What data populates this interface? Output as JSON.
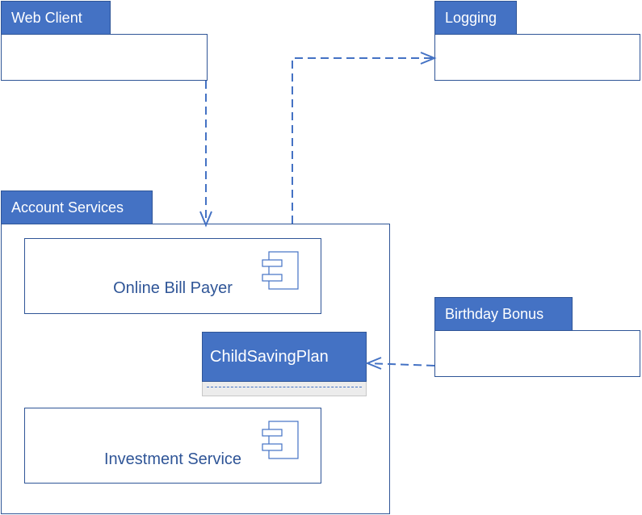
{
  "packages": {
    "web_client": "Web Client",
    "logging": "Logging",
    "account_services": "Account Services",
    "birthday_bonus": "Birthday Bonus"
  },
  "components": {
    "online_bill_payer": "Online Bill Payer",
    "investment_service": "Investment Service"
  },
  "classes": {
    "child_saving_plan": "ChildSavingPlan"
  },
  "colors": {
    "header_fill": "#4472c4",
    "border": "#2f5597",
    "connector": "#4472c4",
    "component_text": "#2f5597"
  },
  "icons": {
    "component": "component-icon"
  }
}
